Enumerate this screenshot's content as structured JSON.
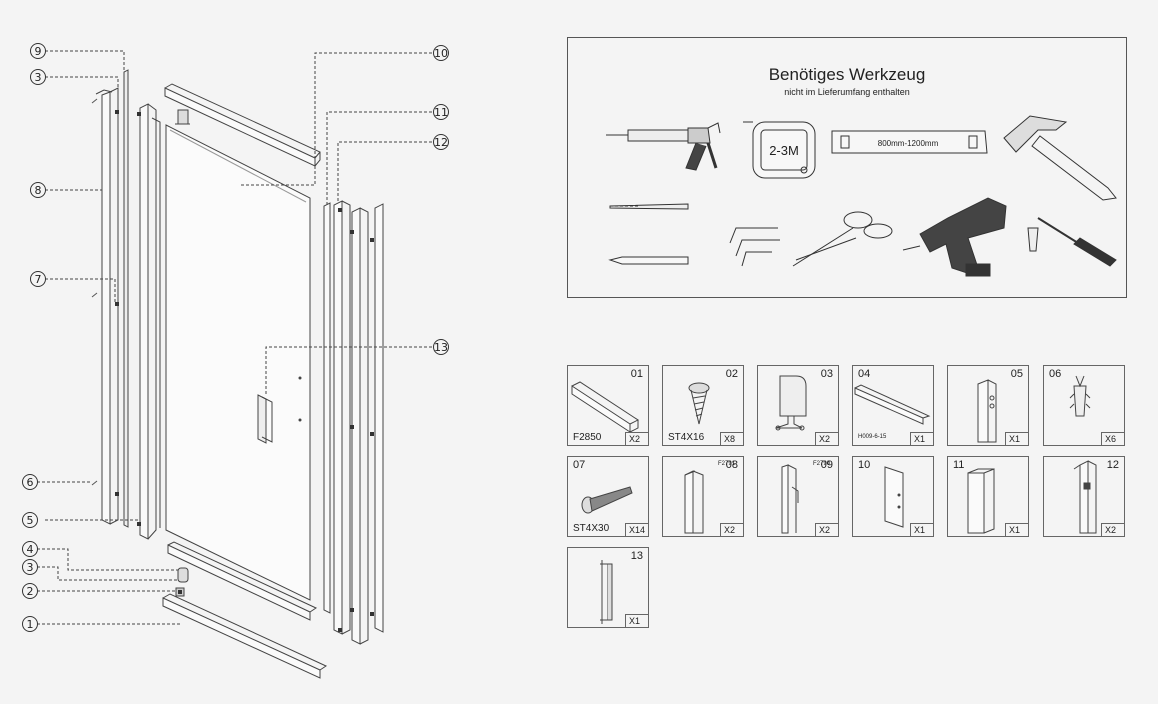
{
  "callouts": [
    "9",
    "3",
    "8",
    "7",
    "6",
    "5",
    "4",
    "3",
    "2",
    "1",
    "10",
    "11",
    "12",
    "13"
  ],
  "tools": {
    "title": "Benötiges Werkzeug",
    "subtitle": "nicht im Lieferumfang enthalten",
    "tape_label": "2-3M",
    "level_label": "800mm-1200mm",
    "icons": [
      "caulking-gun-icon",
      "tape-measure-icon",
      "spirit-level-icon",
      "hammer-icon",
      "drill-bit-icon",
      "pencil-icon",
      "hex-keys-icon",
      "scissors-icon",
      "cordless-drill-icon",
      "screwdriver-icon"
    ]
  },
  "parts": [
    {
      "num": "01",
      "code": "F2850",
      "qty": "X2"
    },
    {
      "num": "02",
      "code": "ST4X16",
      "qty": "X8"
    },
    {
      "num": "03",
      "code": "",
      "qty": "X2"
    },
    {
      "num": "04",
      "code": "H009-6-15",
      "qty": "X1"
    },
    {
      "num": "05",
      "code": "",
      "qty": "X1"
    },
    {
      "num": "06",
      "code": "",
      "qty": "X6"
    },
    {
      "num": "07",
      "code": "ST4X30",
      "qty": "X14"
    },
    {
      "num": "08",
      "code": "F2791",
      "qty": "X2"
    },
    {
      "num": "09",
      "code": "F2790",
      "qty": "X2"
    },
    {
      "num": "10",
      "code": "",
      "qty": "X1"
    },
    {
      "num": "11",
      "code": "",
      "qty": "X1"
    },
    {
      "num": "12",
      "code": "",
      "qty": "X2"
    },
    {
      "num": "13",
      "code": "",
      "qty": "X1"
    }
  ]
}
